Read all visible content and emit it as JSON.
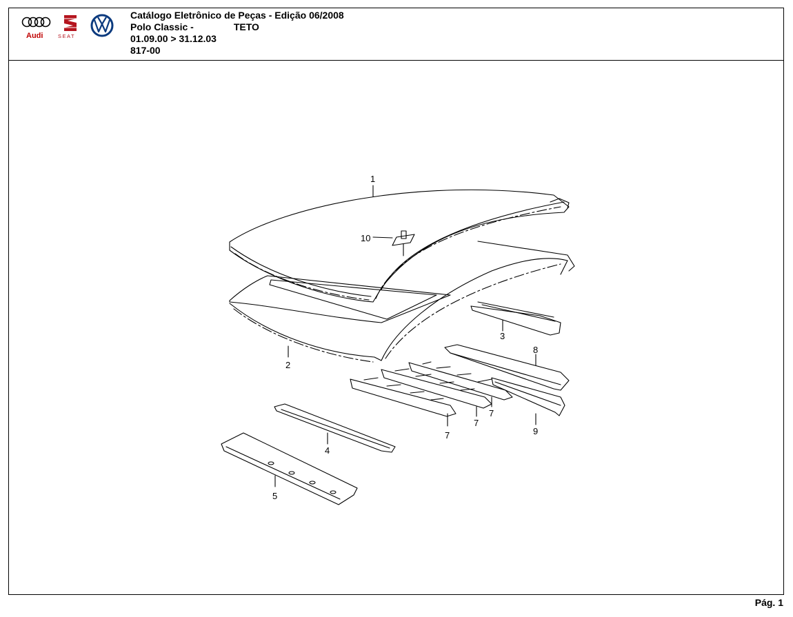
{
  "brands": {
    "audi": "Audi",
    "seat": "SEAT",
    "vw": "VW"
  },
  "header": {
    "catalog_title": "Catálogo Eletrônico de Peças - Edição 06/2008",
    "model": "Polo Classic -",
    "group": "TETO",
    "date_range": "01.09.00 > 31.12.03",
    "code": "817-00"
  },
  "callouts": {
    "c1": "1",
    "c2": "2",
    "c3": "3",
    "c4": "4",
    "c5": "5",
    "c7a": "7",
    "c7b": "7",
    "c7c": "7",
    "c8": "8",
    "c9": "9",
    "c10": "10"
  },
  "footer": {
    "page": "Pág. 1"
  }
}
